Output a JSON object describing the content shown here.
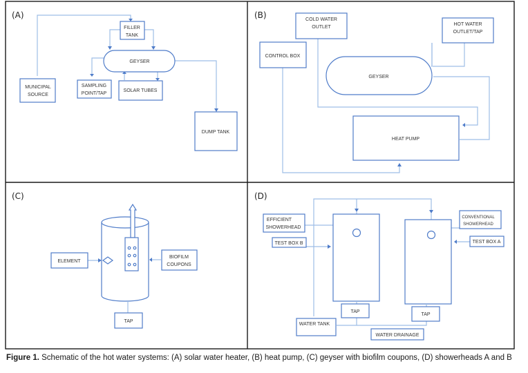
{
  "panels": {
    "a": {
      "label": "(A)",
      "nodes": {
        "filler_tank": [
          "FILLER",
          "TANK"
        ],
        "geyser": "GEYSER",
        "municipal_source": [
          "MUNICIPAL",
          "SOURCE"
        ],
        "sampling_point": [
          "SAMPLING",
          "POINT/TAP"
        ],
        "solar_tubes": "SOLAR TUBES",
        "dump_tank": "DUMP TANK"
      }
    },
    "b": {
      "label": "(B)",
      "nodes": {
        "cold_water_outlet": [
          "COLD WATER",
          "OUTLET"
        ],
        "hot_water_outlet": [
          "HOT WATER",
          "OUTLET/TAP"
        ],
        "control_box": "CONTROL BOX",
        "geyser": "GEYSER",
        "heat_pump": "HEAT PUMP"
      }
    },
    "c": {
      "label": "(C)",
      "nodes": {
        "element": "ELEMENT",
        "biofilm_coupons": [
          "BIOFILM",
          "COUPONS"
        ],
        "tap": "TAP"
      }
    },
    "d": {
      "label": "(D)",
      "nodes": {
        "efficient_showerhead": [
          "EFFICIENT",
          "SHOWERHEAD"
        ],
        "test_box_b": "TEST BOX B",
        "conventional_showerhead": [
          "CONVENTIONAL",
          "SHOWERHEAD"
        ],
        "test_box_a": "TEST BOX A",
        "tap_left": "TAP",
        "tap_right": "TAP",
        "water_tank": "WATER TANK",
        "water_drainage": "WATER DRAINAGE"
      }
    }
  },
  "caption": {
    "prefix": "Figure 1.",
    "text": " Schematic of the hot water systems: (A) solar water heater, (B) heat pump, (C) geyser with biofilm coupons, (D) showerheads A and B"
  }
}
